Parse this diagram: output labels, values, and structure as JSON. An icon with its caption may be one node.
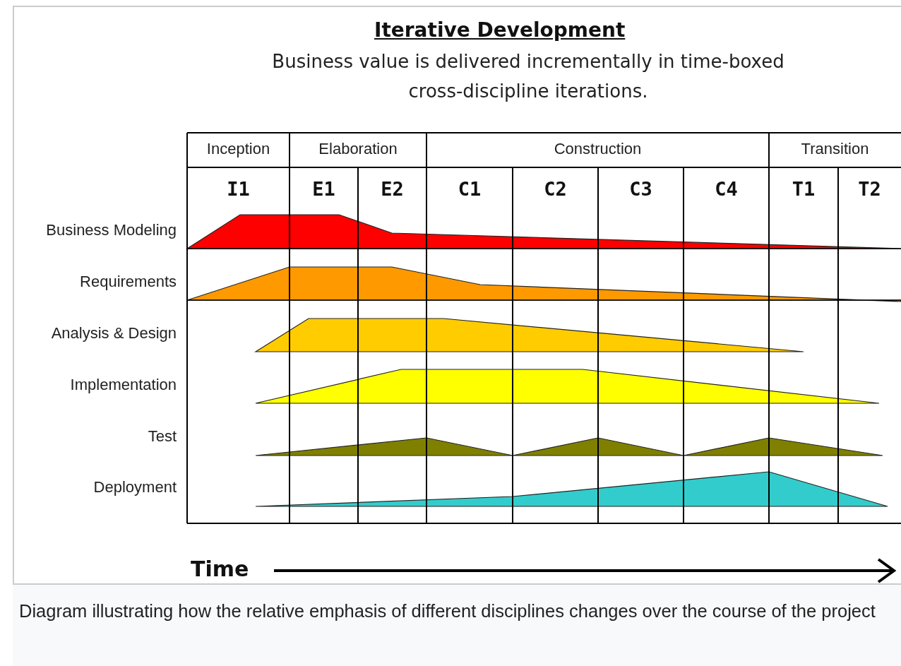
{
  "diagram": {
    "title": "Iterative Development",
    "caption": "Diagram illustrating how the relative emphasis of different disciplines changes over the course of the project",
    "labels": [
      "Business value is delivered incrementally in time-boxed cross-discipline iterations.",
      "Inception",
      "Elaboration",
      "Construction",
      "Transition",
      "I1",
      "E1",
      "E2",
      "C1",
      "C2",
      "C3",
      "C4",
      "T1",
      "T2",
      "Business Modeling",
      "Requirements",
      "Analysis & Design",
      "Implementation",
      "Test",
      "Deployment",
      "Time"
    ]
  }
}
